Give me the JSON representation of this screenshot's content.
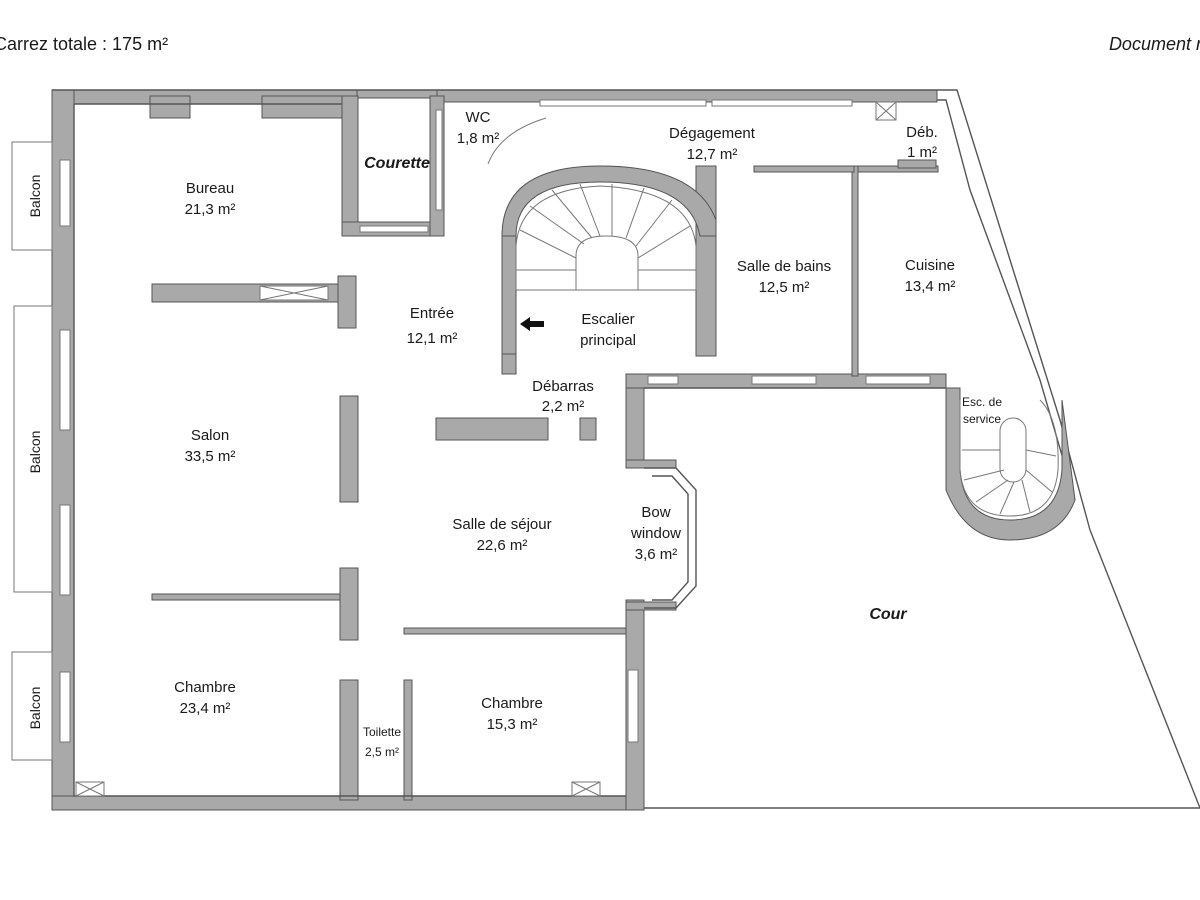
{
  "header": {
    "left": "Carrez totale : 175 m²",
    "right": "Document n"
  },
  "rooms": {
    "bureau": {
      "name": "Bureau",
      "area": "21,3 m²"
    },
    "wc": {
      "name": "WC",
      "area": "1,8 m²"
    },
    "courette": {
      "name": "Courette"
    },
    "degagement": {
      "name": "Dégagement",
      "area": "12,7 m²"
    },
    "deb": {
      "name": "Déb.",
      "area": "1 m²"
    },
    "entree": {
      "name": "Entrée",
      "area": "12,1 m²"
    },
    "escalier": {
      "line1": "Escalier",
      "line2": "principal"
    },
    "salle_bains": {
      "name": "Salle de bains",
      "area": "12,5 m²"
    },
    "cuisine": {
      "name": "Cuisine",
      "area": "13,4 m²"
    },
    "debarras": {
      "name": "Débarras",
      "area": "2,2 m²"
    },
    "esc_service": {
      "line1": "Esc. de",
      "line2": "service"
    },
    "salon": {
      "name": "Salon",
      "area": "33,5 m²"
    },
    "sejour": {
      "name": "Salle de séjour",
      "area": "22,6 m²"
    },
    "bow": {
      "line1": "Bow",
      "line2": "window",
      "area": "3,6 m²"
    },
    "cour": {
      "name": "Cour"
    },
    "chambre1": {
      "name": "Chambre",
      "area": "23,4 m²"
    },
    "toilette": {
      "name": "Toilette",
      "area": "2,5 m²"
    },
    "chambre2": {
      "name": "Chambre",
      "area": "15,3 m²"
    }
  },
  "balcons": [
    "Balcon",
    "Balcon",
    "Balcon"
  ],
  "colors": {
    "wall": "#a9a9a9",
    "line": "#555555",
    "background": "#ffffff"
  }
}
